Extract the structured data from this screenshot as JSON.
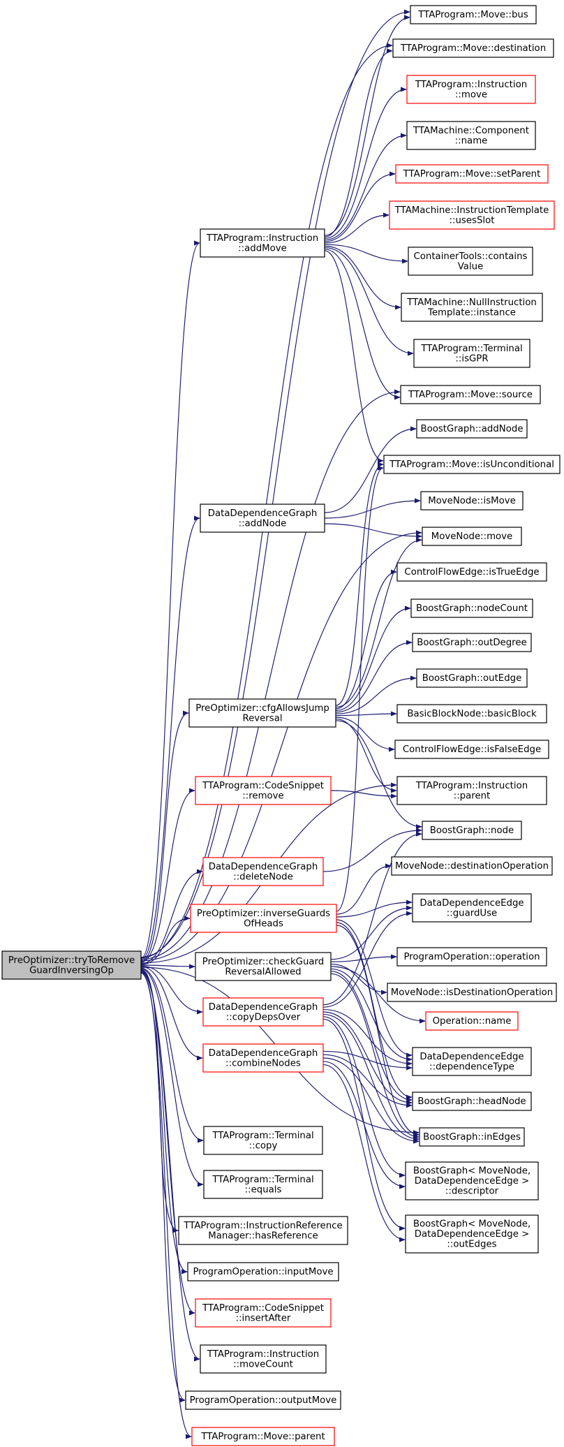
{
  "colors": {
    "edge": "#191970",
    "node_border": "#000000",
    "node_border_undocumented": "#ff0000",
    "node_fill": "#ffffff",
    "root_fill": "#bfbfbf"
  },
  "nodes": [
    {
      "id": "root",
      "lines": [
        "PreOptimizer::tryToRemove",
        "GuardInversingOp"
      ],
      "border": "black",
      "root": true
    },
    {
      "id": "addMove",
      "lines": [
        "TTAProgram::Instruction",
        "::addMove"
      ],
      "border": "black"
    },
    {
      "id": "ddgAddNode",
      "lines": [
        "DataDependenceGraph",
        "::addNode"
      ],
      "border": "black"
    },
    {
      "id": "cfgJump",
      "lines": [
        "PreOptimizer::cfgAllowsJump",
        "Reversal"
      ],
      "border": "black"
    },
    {
      "id": "csRemove",
      "lines": [
        "TTAProgram::CodeSnippet",
        "::remove"
      ],
      "border": "red"
    },
    {
      "id": "ddgDelete",
      "lines": [
        "DataDependenceGraph",
        "::deleteNode"
      ],
      "border": "red"
    },
    {
      "id": "invGuards",
      "lines": [
        "PreOptimizer::inverseGuards",
        "OfHeads"
      ],
      "border": "red"
    },
    {
      "id": "checkGuard",
      "lines": [
        "PreOptimizer::checkGuard",
        "ReversalAllowed"
      ],
      "border": "black"
    },
    {
      "id": "copyDeps",
      "lines": [
        "DataDependenceGraph",
        "::copyDepsOver"
      ],
      "border": "red"
    },
    {
      "id": "combine",
      "lines": [
        "DataDependenceGraph",
        "::combineNodes"
      ],
      "border": "red"
    },
    {
      "id": "termCopy",
      "lines": [
        "TTAProgram::Terminal",
        "::copy"
      ],
      "border": "black"
    },
    {
      "id": "termEquals",
      "lines": [
        "TTAProgram::Terminal",
        "::equals"
      ],
      "border": "black"
    },
    {
      "id": "hasRef",
      "lines": [
        "TTAProgram::InstructionReference",
        "Manager::hasReference"
      ],
      "border": "black"
    },
    {
      "id": "inputMove",
      "lines": [
        "ProgramOperation::inputMove"
      ],
      "border": "black"
    },
    {
      "id": "insertAfter",
      "lines": [
        "TTAProgram::CodeSnippet",
        "::insertAfter"
      ],
      "border": "red"
    },
    {
      "id": "moveCount",
      "lines": [
        "TTAProgram::Instruction",
        "::moveCount"
      ],
      "border": "black"
    },
    {
      "id": "outputMove",
      "lines": [
        "ProgramOperation::outputMove"
      ],
      "border": "black"
    },
    {
      "id": "moveParent",
      "lines": [
        "TTAProgram::Move::parent"
      ],
      "border": "red"
    },
    {
      "id": "bus",
      "lines": [
        "TTAProgram::Move::bus"
      ],
      "border": "black"
    },
    {
      "id": "destination",
      "lines": [
        "TTAProgram::Move::destination"
      ],
      "border": "black"
    },
    {
      "id": "instrMove",
      "lines": [
        "TTAProgram::Instruction",
        "::move"
      ],
      "border": "red"
    },
    {
      "id": "compName",
      "lines": [
        "TTAMachine::Component",
        "::name"
      ],
      "border": "black"
    },
    {
      "id": "setParent",
      "lines": [
        "TTAProgram::Move::setParent"
      ],
      "border": "red"
    },
    {
      "id": "usesSlot",
      "lines": [
        "TTAMachine::InstructionTemplate",
        "::usesSlot"
      ],
      "border": "red"
    },
    {
      "id": "contains",
      "lines": [
        "ContainerTools::contains",
        "Value"
      ],
      "border": "black"
    },
    {
      "id": "nullInstance",
      "lines": [
        "TTAMachine::NullInstruction",
        "Template::instance"
      ],
      "border": "black"
    },
    {
      "id": "isGPR",
      "lines": [
        "TTAProgram::Terminal",
        "::isGPR"
      ],
      "border": "black"
    },
    {
      "id": "source",
      "lines": [
        "TTAProgram::Move::source"
      ],
      "border": "black"
    },
    {
      "id": "bgAddNode",
      "lines": [
        "BoostGraph::addNode"
      ],
      "border": "black"
    },
    {
      "id": "isUncond",
      "lines": [
        "TTAProgram::Move::isUnconditional"
      ],
      "border": "black"
    },
    {
      "id": "isMove",
      "lines": [
        "MoveNode::isMove"
      ],
      "border": "black"
    },
    {
      "id": "mnMove",
      "lines": [
        "MoveNode::move"
      ],
      "border": "black"
    },
    {
      "id": "isTrueEdge",
      "lines": [
        "ControlFlowEdge::isTrueEdge"
      ],
      "border": "black"
    },
    {
      "id": "nodeCount",
      "lines": [
        "BoostGraph::nodeCount"
      ],
      "border": "black"
    },
    {
      "id": "outDegree",
      "lines": [
        "BoostGraph::outDegree"
      ],
      "border": "black"
    },
    {
      "id": "outEdge",
      "lines": [
        "BoostGraph::outEdge"
      ],
      "border": "black"
    },
    {
      "id": "basicBlock",
      "lines": [
        "BasicBlockNode::basicBlock"
      ],
      "border": "black"
    },
    {
      "id": "isFalseEdge",
      "lines": [
        "ControlFlowEdge::isFalseEdge"
      ],
      "border": "black"
    },
    {
      "id": "instrParent",
      "lines": [
        "TTAProgram::Instruction",
        "::parent"
      ],
      "border": "black"
    },
    {
      "id": "bgNode",
      "lines": [
        "BoostGraph::node"
      ],
      "border": "black"
    },
    {
      "id": "destOp",
      "lines": [
        "MoveNode::destinationOperation"
      ],
      "border": "black"
    },
    {
      "id": "guardUse",
      "lines": [
        "DataDependenceEdge",
        "::guardUse"
      ],
      "border": "black"
    },
    {
      "id": "poOperation",
      "lines": [
        "ProgramOperation::operation"
      ],
      "border": "black"
    },
    {
      "id": "isDestOp",
      "lines": [
        "MoveNode::isDestinationOperation"
      ],
      "border": "black"
    },
    {
      "id": "opName",
      "lines": [
        "Operation::name"
      ],
      "border": "red"
    },
    {
      "id": "depType",
      "lines": [
        "DataDependenceEdge",
        "::dependenceType"
      ],
      "border": "black"
    },
    {
      "id": "headNode",
      "lines": [
        "BoostGraph::headNode"
      ],
      "border": "black"
    },
    {
      "id": "inEdges",
      "lines": [
        "BoostGraph::inEdges"
      ],
      "border": "black"
    },
    {
      "id": "descriptor",
      "lines": [
        "BoostGraph< MoveNode,",
        "DataDependenceEdge >",
        "::descriptor"
      ],
      "border": "black"
    },
    {
      "id": "outEdges",
      "lines": [
        "BoostGraph< MoveNode,",
        "DataDependenceEdge >",
        "::outEdges"
      ],
      "border": "black"
    }
  ],
  "edges": [
    [
      "root",
      "bus"
    ],
    [
      "root",
      "destination"
    ],
    [
      "root",
      "addMove"
    ],
    [
      "root",
      "source"
    ],
    [
      "root",
      "ddgAddNode"
    ],
    [
      "root",
      "mnMove"
    ],
    [
      "root",
      "cfgJump"
    ],
    [
      "root",
      "csRemove"
    ],
    [
      "root",
      "instrParent"
    ],
    [
      "root",
      "ddgDelete"
    ],
    [
      "root",
      "invGuards"
    ],
    [
      "root",
      "checkGuard"
    ],
    [
      "root",
      "copyDeps"
    ],
    [
      "root",
      "combine"
    ],
    [
      "root",
      "inEdges"
    ],
    [
      "root",
      "termCopy"
    ],
    [
      "root",
      "termEquals"
    ],
    [
      "root",
      "hasRef"
    ],
    [
      "root",
      "inputMove"
    ],
    [
      "root",
      "insertAfter"
    ],
    [
      "root",
      "moveCount"
    ],
    [
      "root",
      "outputMove"
    ],
    [
      "root",
      "moveParent"
    ],
    [
      "addMove",
      "bus"
    ],
    [
      "addMove",
      "destination"
    ],
    [
      "addMove",
      "instrMove"
    ],
    [
      "addMove",
      "compName"
    ],
    [
      "addMove",
      "setParent"
    ],
    [
      "addMove",
      "usesSlot"
    ],
    [
      "addMove",
      "contains"
    ],
    [
      "addMove",
      "nullInstance"
    ],
    [
      "addMove",
      "isGPR"
    ],
    [
      "addMove",
      "source"
    ],
    [
      "addMove",
      "isUncond"
    ],
    [
      "ddgAddNode",
      "bgAddNode"
    ],
    [
      "ddgAddNode",
      "isMove"
    ],
    [
      "ddgAddNode",
      "mnMove"
    ],
    [
      "cfgJump",
      "isUncond"
    ],
    [
      "cfgJump",
      "mnMove"
    ],
    [
      "cfgJump",
      "isTrueEdge"
    ],
    [
      "cfgJump",
      "nodeCount"
    ],
    [
      "cfgJump",
      "outDegree"
    ],
    [
      "cfgJump",
      "outEdge"
    ],
    [
      "cfgJump",
      "basicBlock"
    ],
    [
      "cfgJump",
      "isFalseEdge"
    ],
    [
      "cfgJump",
      "instrParent"
    ],
    [
      "cfgJump",
      "bgNode"
    ],
    [
      "csRemove",
      "instrParent"
    ],
    [
      "ddgDelete",
      "bgNode"
    ],
    [
      "invGuards",
      "isUncond"
    ],
    [
      "invGuards",
      "destOp"
    ],
    [
      "invGuards",
      "guardUse"
    ],
    [
      "invGuards",
      "depType"
    ],
    [
      "invGuards",
      "headNode"
    ],
    [
      "invGuards",
      "inEdges"
    ],
    [
      "checkGuard",
      "guardUse"
    ],
    [
      "checkGuard",
      "poOperation"
    ],
    [
      "checkGuard",
      "isDestOp"
    ],
    [
      "checkGuard",
      "opName"
    ],
    [
      "checkGuard",
      "depType"
    ],
    [
      "checkGuard",
      "headNode"
    ],
    [
      "checkGuard",
      "inEdges"
    ],
    [
      "copyDeps",
      "bgNode"
    ],
    [
      "copyDeps",
      "guardUse"
    ],
    [
      "copyDeps",
      "depType"
    ],
    [
      "copyDeps",
      "headNode"
    ],
    [
      "copyDeps",
      "inEdges"
    ],
    [
      "copyDeps",
      "descriptor"
    ],
    [
      "copyDeps",
      "outEdges"
    ],
    [
      "combine",
      "depType"
    ],
    [
      "combine",
      "headNode"
    ],
    [
      "combine",
      "inEdges"
    ],
    [
      "combine",
      "descriptor"
    ],
    [
      "combine",
      "outEdges"
    ]
  ]
}
